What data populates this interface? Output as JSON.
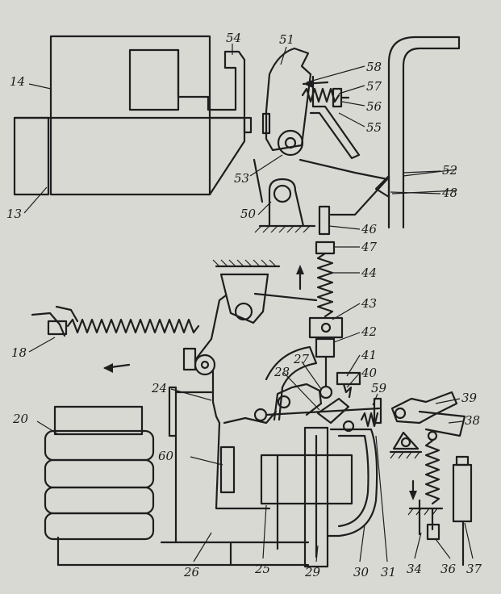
{
  "diagram": {
    "labels": [
      {
        "id": "l14",
        "text": "14"
      },
      {
        "id": "l13",
        "text": "13"
      },
      {
        "id": "l54",
        "text": "54"
      },
      {
        "id": "l51",
        "text": "51"
      },
      {
        "id": "l58",
        "text": "58"
      },
      {
        "id": "l57",
        "text": "57"
      },
      {
        "id": "l56",
        "text": "56"
      },
      {
        "id": "l55",
        "text": "55"
      },
      {
        "id": "l53",
        "text": "53"
      },
      {
        "id": "l50",
        "text": "50"
      },
      {
        "id": "l52",
        "text": "52"
      },
      {
        "id": "l48",
        "text": "48"
      },
      {
        "id": "l46",
        "text": "46"
      },
      {
        "id": "l47",
        "text": "47"
      },
      {
        "id": "l44",
        "text": "44"
      },
      {
        "id": "l43",
        "text": "43"
      },
      {
        "id": "l42",
        "text": "42"
      },
      {
        "id": "l41",
        "text": "41"
      },
      {
        "id": "l40",
        "text": "40"
      },
      {
        "id": "l27",
        "text": "27"
      },
      {
        "id": "l28",
        "text": "28"
      },
      {
        "id": "l59",
        "text": "59"
      },
      {
        "id": "l39",
        "text": "39"
      },
      {
        "id": "l38",
        "text": "38"
      },
      {
        "id": "l18",
        "text": "18"
      },
      {
        "id": "l24",
        "text": "24"
      },
      {
        "id": "l20",
        "text": "20"
      },
      {
        "id": "l60",
        "text": "60"
      },
      {
        "id": "l26",
        "text": "26"
      },
      {
        "id": "l25",
        "text": "25"
      },
      {
        "id": "l29",
        "text": "29"
      },
      {
        "id": "l30",
        "text": "30"
      },
      {
        "id": "l31",
        "text": "31"
      },
      {
        "id": "l34",
        "text": "34"
      },
      {
        "id": "l36",
        "text": "36"
      },
      {
        "id": "l37",
        "text": "37"
      }
    ]
  }
}
